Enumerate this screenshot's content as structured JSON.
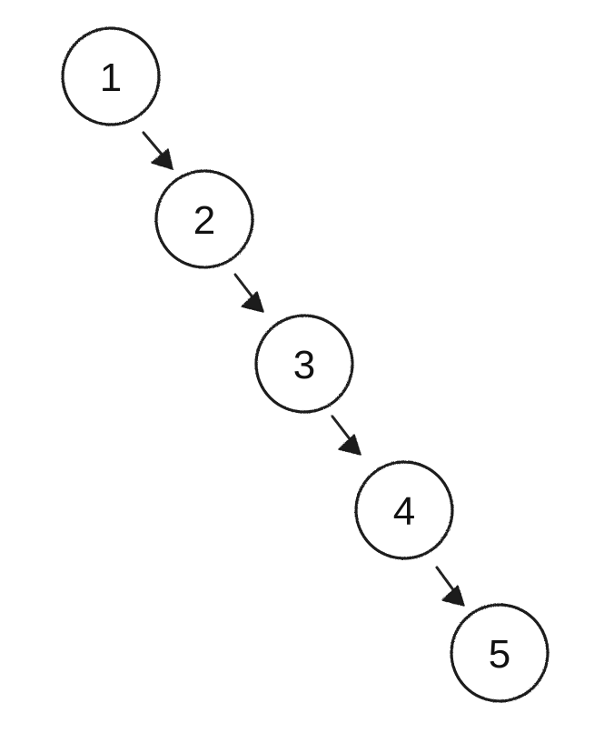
{
  "diagram": {
    "type": "linked-chain",
    "nodes": [
      {
        "id": "n1",
        "label": "1"
      },
      {
        "id": "n2",
        "label": "2"
      },
      {
        "id": "n3",
        "label": "3"
      },
      {
        "id": "n4",
        "label": "4"
      },
      {
        "id": "n5",
        "label": "5"
      }
    ],
    "edges": [
      {
        "from": "n1",
        "to": "n2"
      },
      {
        "from": "n2",
        "to": "n3"
      },
      {
        "from": "n3",
        "to": "n4"
      },
      {
        "from": "n4",
        "to": "n5"
      }
    ],
    "colors": {
      "stroke": "#1f1f1f",
      "text": "#111111",
      "background": "#ffffff"
    }
  }
}
